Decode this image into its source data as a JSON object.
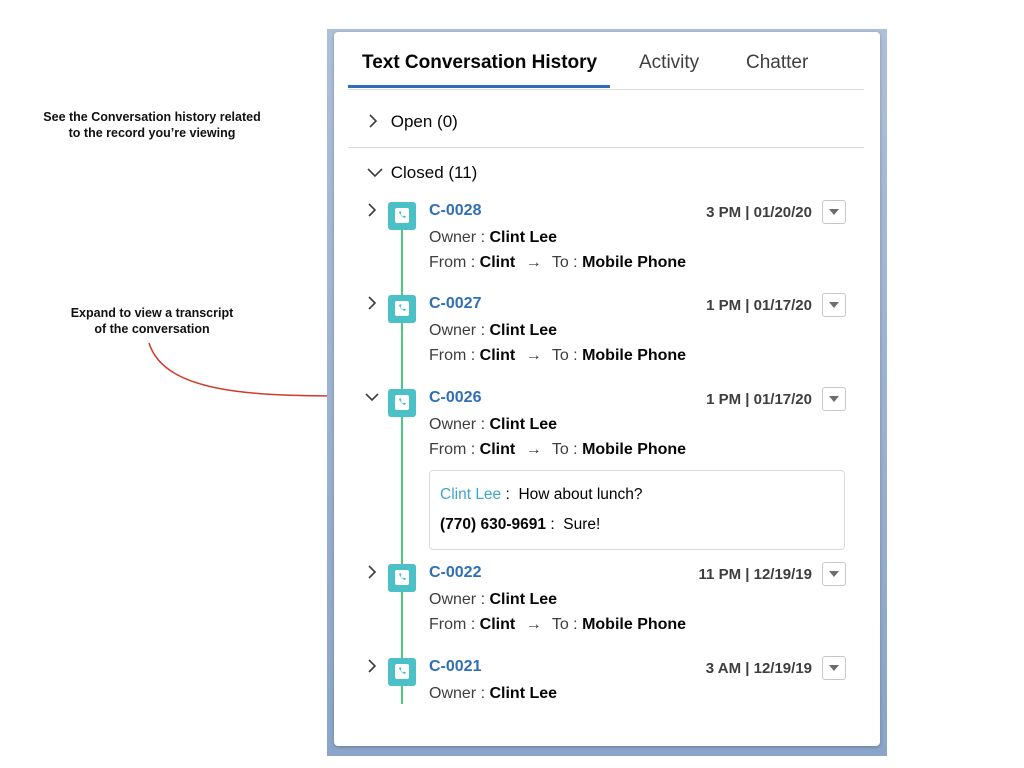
{
  "annotations": {
    "top_line1": "See the Conversation history related",
    "top_line2": "to the record you’re viewing",
    "expand_line1": "Expand to view a transcript",
    "expand_line2": "of the conversation"
  },
  "tabs": [
    {
      "label": "Text Conversation History",
      "active": true
    },
    {
      "label": "Activity",
      "active": false
    },
    {
      "label": "Chatter",
      "active": false
    }
  ],
  "sections": {
    "open_label": "Open (0)",
    "closed_label": "Closed (11)"
  },
  "labels": {
    "owner": "Owner :",
    "from": "From :",
    "to": "To :",
    "arrow": "→"
  },
  "conversations": [
    {
      "id": "C-0028",
      "time": "3 PM | 01/20/20",
      "owner": "Clint Lee",
      "from": "Clint",
      "to": "Mobile Phone",
      "expanded": false
    },
    {
      "id": "C-0027",
      "time": "1 PM | 01/17/20",
      "owner": "Clint Lee",
      "from": "Clint",
      "to": "Mobile Phone",
      "expanded": false
    },
    {
      "id": "C-0026",
      "time": "1 PM | 01/17/20",
      "owner": "Clint Lee",
      "from": "Clint",
      "to": "Mobile Phone",
      "expanded": true
    },
    {
      "id": "C-0022",
      "time": "11 PM | 12/19/19",
      "owner": "Clint Lee",
      "from": "Clint",
      "to": "Mobile Phone",
      "expanded": false
    },
    {
      "id": "C-0021",
      "time": "3 AM | 12/19/19",
      "owner": "Clint Lee",
      "expanded": false
    }
  ],
  "transcript": [
    {
      "sender": "Clint Lee",
      "separator": ":",
      "text": "How about lunch?"
    },
    {
      "sender": "(770) 630-9691",
      "separator": ":",
      "text": "Sure!"
    }
  ],
  "colors": {
    "accent": "#2f6fb5",
    "icon_bg": "#4bc0c6",
    "timeline": "#4bca81",
    "annotation_arrow": "#d13a2a"
  },
  "icons": {
    "conversation": "chat-phone-icon",
    "expand": "chevron-right-icon",
    "collapse": "chevron-down-icon",
    "menu": "dropdown-icon"
  }
}
